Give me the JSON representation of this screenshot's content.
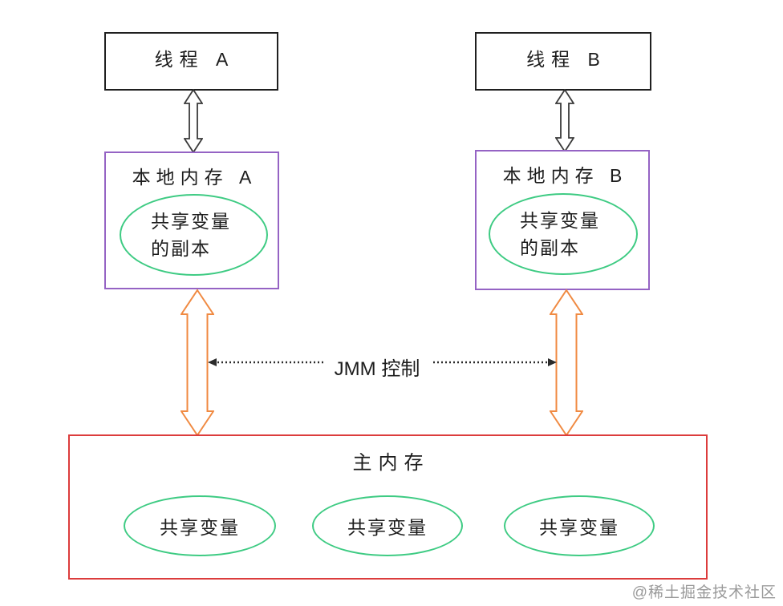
{
  "diagram": {
    "title_semantic": "JMM memory model diagram",
    "thread_a": {
      "label": "线程 A"
    },
    "thread_b": {
      "label": "线程 B"
    },
    "local_memory_a": {
      "title": "本地内存 A",
      "copy_line1": "共享变量",
      "copy_line2": "的副本"
    },
    "local_memory_b": {
      "title": "本地内存 B",
      "copy_line1": "共享变量",
      "copy_line2": "的副本"
    },
    "jmm_control_label": "JMM 控制",
    "main_memory": {
      "title": "主内存",
      "variables": [
        "共享变量",
        "共享变量",
        "共享变量"
      ]
    },
    "watermark": "@稀土掘金技术社区",
    "colors": {
      "thread_border": "#1f1f1f",
      "local_border": "#9563c4",
      "main_border": "#dc3c3c",
      "ellipse_border": "#3ecb83",
      "orange_arrow": "#f08a42",
      "black_arrow": "#3a3a3a",
      "text": "#1c1c1c",
      "watermark": "#9a9a9a"
    }
  }
}
